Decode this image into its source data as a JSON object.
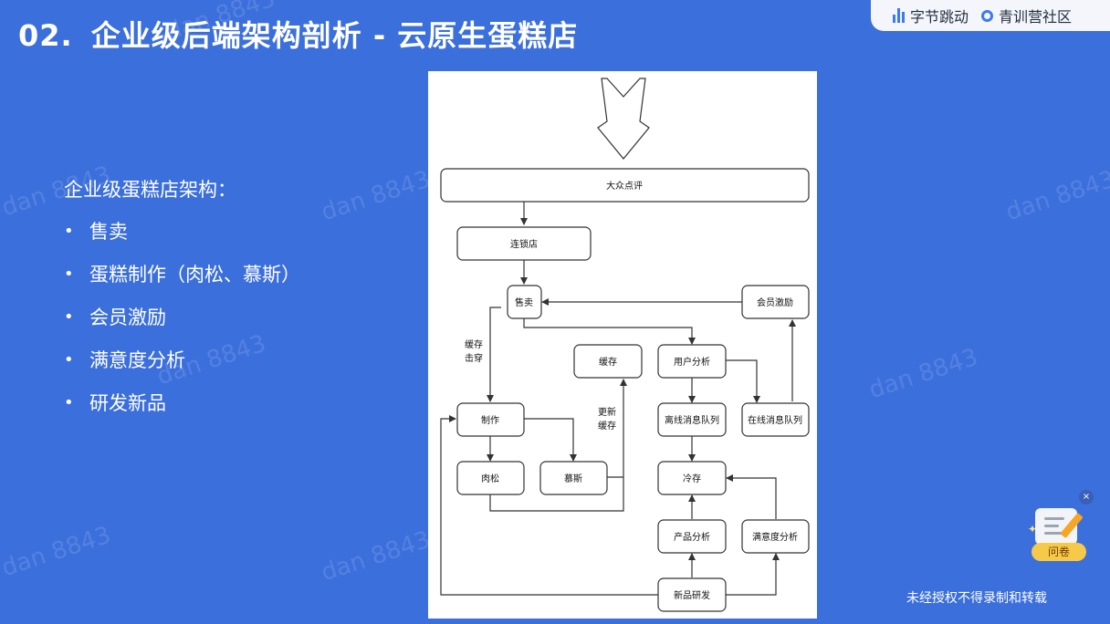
{
  "slide": {
    "number": "02.",
    "title": "企业级后端架构剖析 - 云原生蛋糕店"
  },
  "logos": [
    {
      "label": "字节跳动",
      "icon": "bytedance-bars-icon"
    },
    {
      "label": "青训营社区",
      "icon": "ring-logo-icon"
    }
  ],
  "side_list": {
    "intro": "企业级蛋糕店架构：",
    "items": [
      "售卖",
      "蛋糕制作（肉松、慕斯）",
      "会员激励",
      "满意度分析",
      "研发新品"
    ]
  },
  "diagram": {
    "nodes": {
      "dazhong": "大众点评",
      "liansuo": "连锁店",
      "shoumai": "售卖",
      "huiyuan": "会员激励",
      "huancun": "缓存",
      "yonghu": "用户分析",
      "zhizuo": "制作",
      "lixian": "离线消息队列",
      "zaixian": "在线消息队列",
      "rousong": "肉松",
      "musi": "慕斯",
      "lengcun": "冷存",
      "chanpin": "产品分析",
      "manyidu": "满意度分析",
      "xinpin": "新品研发"
    },
    "edge_labels": {
      "cache_miss_1": "缓存",
      "cache_miss_2": "击穿",
      "cache_update_1": "更新",
      "cache_update_2": "缓存"
    }
  },
  "watermark": "dan 8843",
  "survey_widget": {
    "label": "问卷",
    "close": "×"
  },
  "notice": "未经授权不得录制和转载",
  "colors": {
    "background": "#3b6fdc",
    "accent": "#3c7af0",
    "badge": "#f7c948"
  }
}
